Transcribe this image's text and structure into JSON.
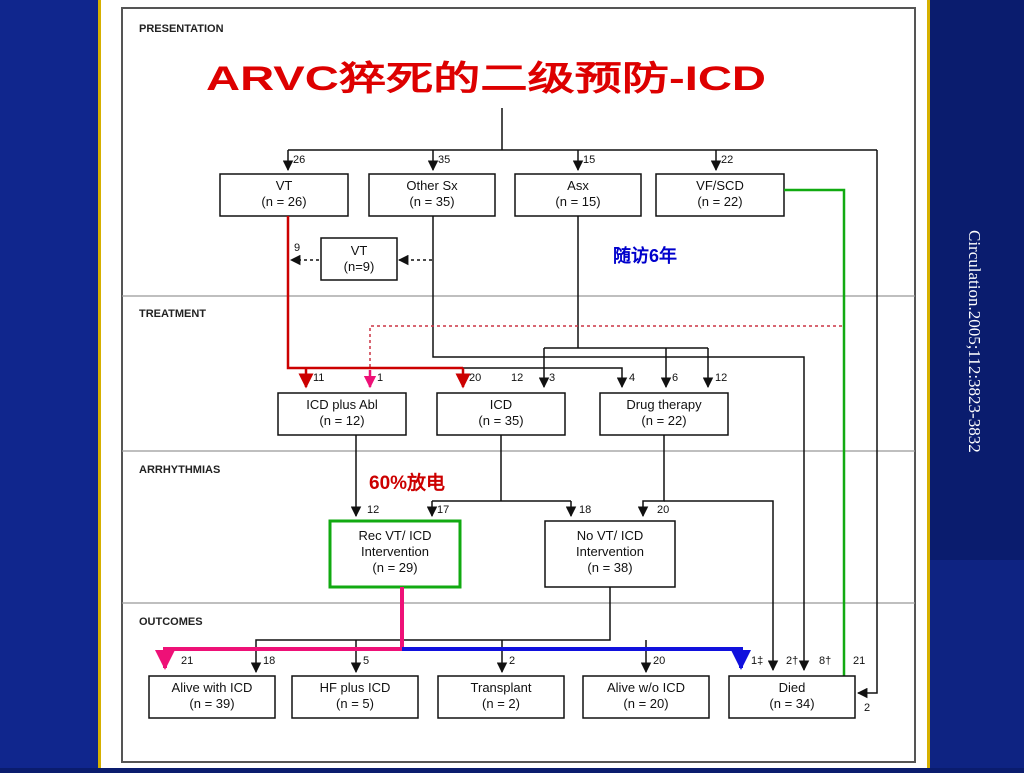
{
  "slide": {
    "title": "ARVC猝死的二级预防-ICD",
    "citation": "Circulation.2005;112:3823-3832",
    "annotations": {
      "followup": "随访6年",
      "discharge": "60%放电"
    }
  },
  "colors": {
    "background": "#0a1c6e",
    "red": "#cc0000",
    "green": "#11aa11",
    "pink": "#ee1177",
    "blue": "#1111dd",
    "dotted": "#cc3344"
  },
  "sections": [
    "PRESENTATION",
    "TREATMENT",
    "ARRHYTHMIAS",
    "OUTCOMES"
  ],
  "boxes": {
    "vt": [
      "VT",
      "(n = 26)"
    ],
    "other": [
      "Other Sx",
      "(n = 35)"
    ],
    "asx": [
      "Asx",
      "(n = 15)"
    ],
    "vfscd": [
      "VF/SCD",
      "(n = 22)"
    ],
    "vt9": [
      "VT",
      "(n=9)"
    ],
    "icdabl": [
      "ICD plus Abl",
      "(n = 12)"
    ],
    "icd": [
      "ICD",
      "(n = 35)"
    ],
    "drug": [
      "Drug therapy",
      "(n = 22)"
    ],
    "recvt": [
      "Rec VT/ ICD",
      "Intervention",
      "(n = 29)"
    ],
    "novt": [
      "No VT/ ICD",
      "Intervention",
      "(n = 38)"
    ],
    "alive": [
      "Alive with ICD",
      "(n = 39)"
    ],
    "hf": [
      "HF plus ICD",
      "(n = 5)"
    ],
    "tx": [
      "Transplant",
      "(n = 2)"
    ],
    "alivewo": [
      "Alive w/o ICD",
      "(n = 20)"
    ],
    "died": [
      "Died",
      "(n = 34)"
    ]
  },
  "numbers": {
    "vt": "26",
    "other": "35",
    "asx": "15",
    "vfscd": "22",
    "vt9": "9",
    "abl11": "11",
    "abl1": "1",
    "icd20": "20",
    "icd12": "12",
    "icd3": "3",
    "drug4": "4",
    "drug6": "6",
    "drug12": "12",
    "rec12": "12",
    "rec17": "17",
    "novt18": "18",
    "novt20": "20",
    "out21": "21",
    "out18": "18",
    "out5": "5",
    "out2": "2",
    "out20": "20",
    "died1": "1‡",
    "died2": "2†",
    "died8": "8†",
    "died21": "21",
    "died2b": "2"
  }
}
